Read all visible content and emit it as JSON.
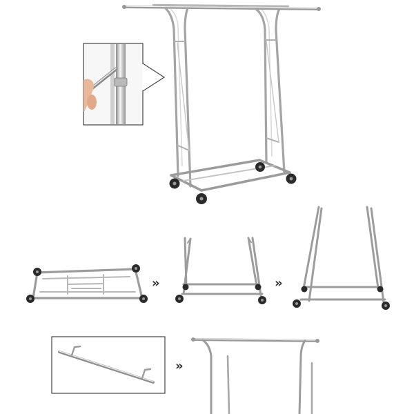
{
  "image": {
    "kind": "product-assembly-illustration",
    "subject": "rolling-garment-rack",
    "background_color": "#ffffff",
    "colors": {
      "chrome_light": "#e8e8e8",
      "chrome_mid": "#b9b9b9",
      "chrome_dark": "#7a7a7a",
      "wheel": "#2a2a2a",
      "arrow": "#333333",
      "frame_border": "#444444"
    }
  },
  "steps": [
    {
      "name": "folded-base",
      "arrow_glyph": "»"
    },
    {
      "name": "raise-uprights",
      "arrow_glyph": "»"
    },
    {
      "name": "extend-uprights"
    },
    {
      "name": "insert-hanging-rail",
      "arrow_glyph": "»"
    }
  ],
  "insets": [
    {
      "name": "height-adjust-detail"
    },
    {
      "name": "hanging-rail-part"
    }
  ]
}
